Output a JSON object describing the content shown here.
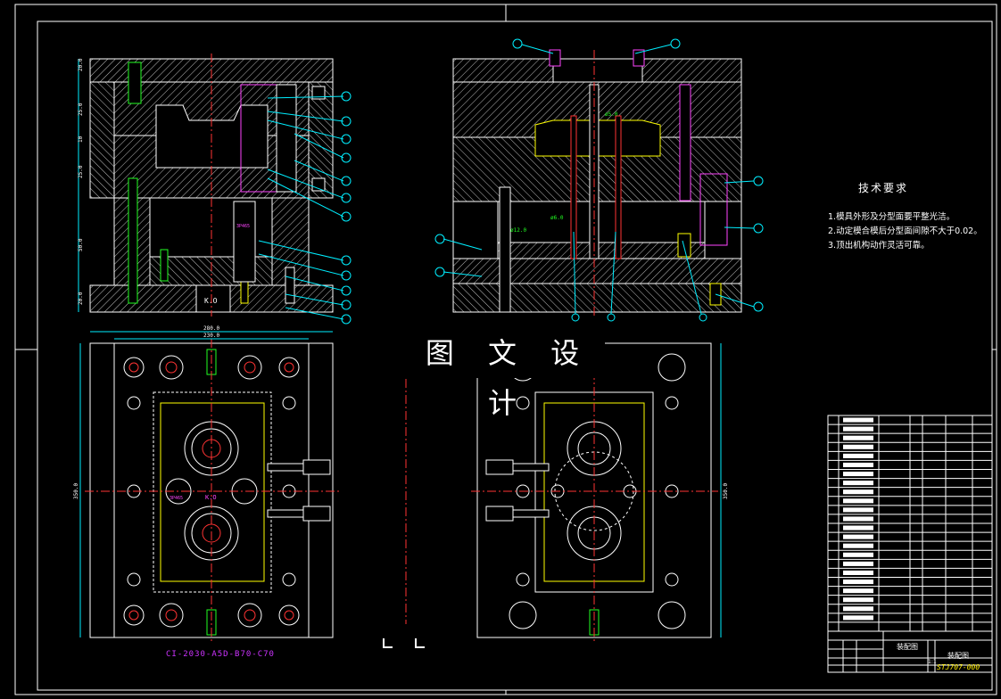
{
  "drawing": {
    "watermark": "图 文 设 计",
    "model_label": "CI-2030-A5D-B70-C70",
    "tech_requirements_title": "技术要求",
    "tech_requirements": [
      "1.模具外形及分型面要平整光洁。",
      "2.动定模合模后分型面间隙不大于0.02。",
      "3.顶出机构动作灵活可靠。"
    ],
    "title_block": {
      "drawing_name": "装配图",
      "assembly_label": "装配图",
      "drawing_number": "STJ707-000",
      "scale": "1:1"
    },
    "dimensions": {
      "width_outer": "280.0",
      "width_inner": "230.0",
      "height_left": "350.0",
      "height_right": "350.0",
      "plate_a": "20.0",
      "plate_b": "25.0",
      "plate_c": "50.0",
      "plate_d": "10"
    },
    "colors": {
      "background": "#000000",
      "frame": "#ffffff",
      "hatch": "#cccccc",
      "cyan": "#00e5ff",
      "red": "#ff3030",
      "magenta": "#ff44ff",
      "green": "#22ff22",
      "yellow": "#ffee00"
    }
  }
}
